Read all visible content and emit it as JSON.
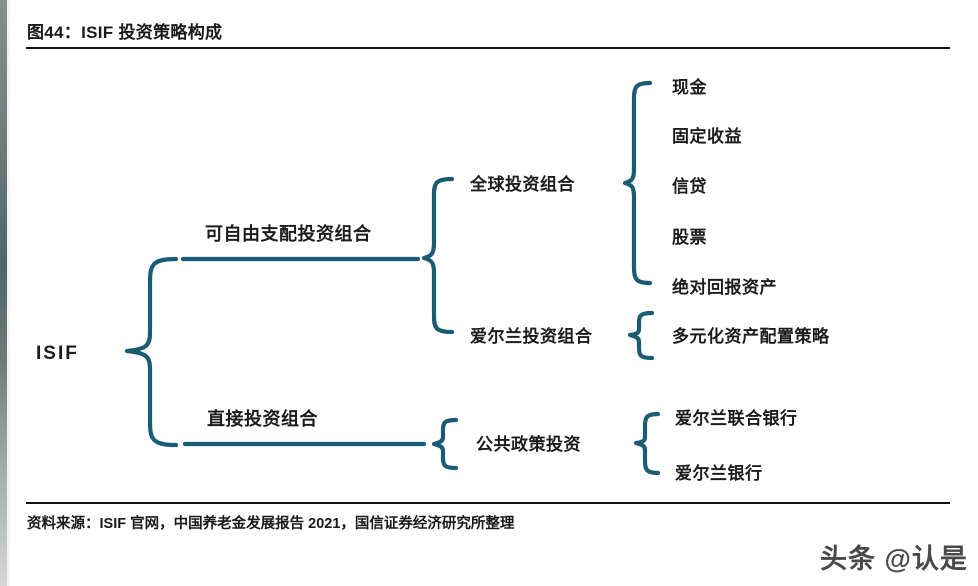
{
  "figure": {
    "title": "图44：ISIF 投资策略构成",
    "source": "资料来源：ISIF 官网，中国养老金发展报告 2021，国信证券经济研究所整理",
    "watermark": "头条 @认是",
    "line_color": "#195c73",
    "text_color": "#1c1c1c",
    "rule_color": "#111111",
    "background": "#ffffff"
  },
  "diagram": {
    "type": "bracket-tree",
    "root": {
      "label": "ISIF"
    },
    "level2": [
      {
        "label": "可自由支配投资组合"
      },
      {
        "label": "直接投资组合"
      }
    ],
    "level3": [
      {
        "label": "全球投资组合",
        "parent": "可自由支配投资组合"
      },
      {
        "label": "爱尔兰投资组合",
        "parent": "可自由支配投资组合"
      },
      {
        "label": "公共政策投资",
        "parent": "直接投资组合"
      }
    ],
    "leaves": {
      "global_portfolio": [
        {
          "label": "现金"
        },
        {
          "label": "固定收益"
        },
        {
          "label": "信贷"
        },
        {
          "label": "股票"
        },
        {
          "label": "绝对回报资产"
        }
      ],
      "ireland_portfolio": [
        {
          "label": "多元化资产配置策略"
        }
      ],
      "public_policy": [
        {
          "label": "爱尔兰联合银行"
        },
        {
          "label": "爱尔兰银行"
        }
      ]
    }
  }
}
